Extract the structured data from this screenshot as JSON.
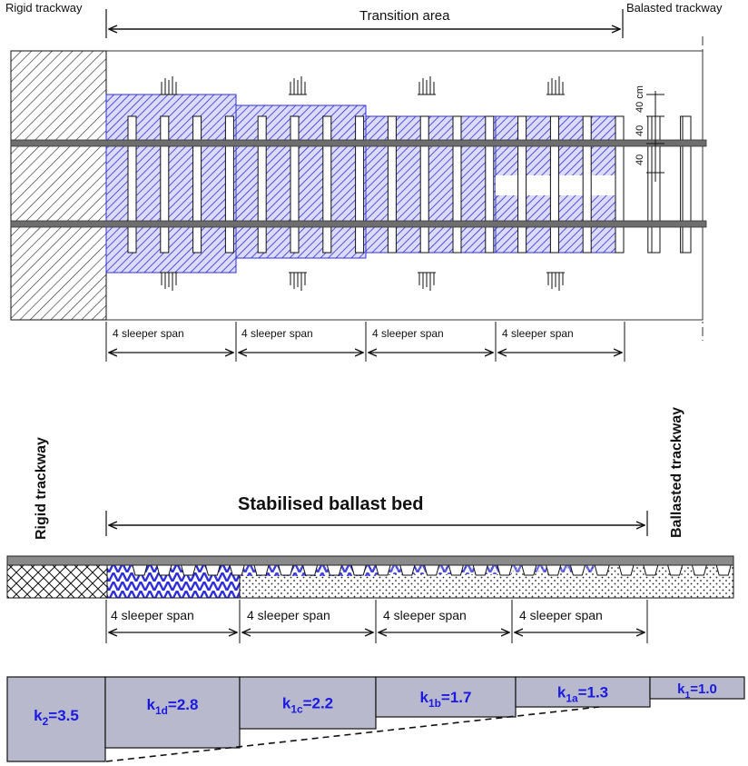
{
  "top_plan": {
    "rigid_label": "Rigid trackway",
    "transition_label": "Transition area",
    "ballasted_label": "Balasted trackway",
    "dim_unit_label": "40 cm",
    "dim_label_2": "40",
    "dim_label_3": "40",
    "span_labels": [
      "4 sleeper span",
      "4 sleeper span",
      "4 sleeper span",
      "4 sleeper span"
    ]
  },
  "section": {
    "rigid_label": "Rigid trackway",
    "title": "Stabilised ballast bed",
    "ballasted_label": "Ballasted trackway",
    "span_labels": [
      "4 sleeper span",
      "4 sleeper span",
      "4 sleeper span",
      "4 sleeper span"
    ]
  },
  "stiffness": {
    "steps": [
      {
        "label": "k2=3.5",
        "base": "k",
        "sub": "2",
        "value": "=3.5",
        "k": 3.5
      },
      {
        "label": "k1d=2.8",
        "base": "k",
        "sub": "1d",
        "value": "=2.8",
        "k": 2.8
      },
      {
        "label": "k1c=2.2",
        "base": "k",
        "sub": "1c",
        "value": "=2.2",
        "k": 2.2
      },
      {
        "label": "k1b=1.7",
        "base": "k",
        "sub": "1b",
        "value": "=1.7",
        "k": 1.7
      },
      {
        "label": "k1a=1.3",
        "base": "k",
        "sub": "1a",
        "value": "=1.3",
        "k": 1.3
      },
      {
        "label": "k1=1.0",
        "base": "k",
        "sub": "1",
        "value": "=1.0",
        "k": 1.0
      }
    ]
  },
  "colors": {
    "hatch_blue": "#2f2fd8",
    "fill_blue": "#c9c9f5",
    "rail": "#6e6e6e",
    "block_fill": "#b9b9cd",
    "stiffness_text": "#1a1ae0"
  }
}
